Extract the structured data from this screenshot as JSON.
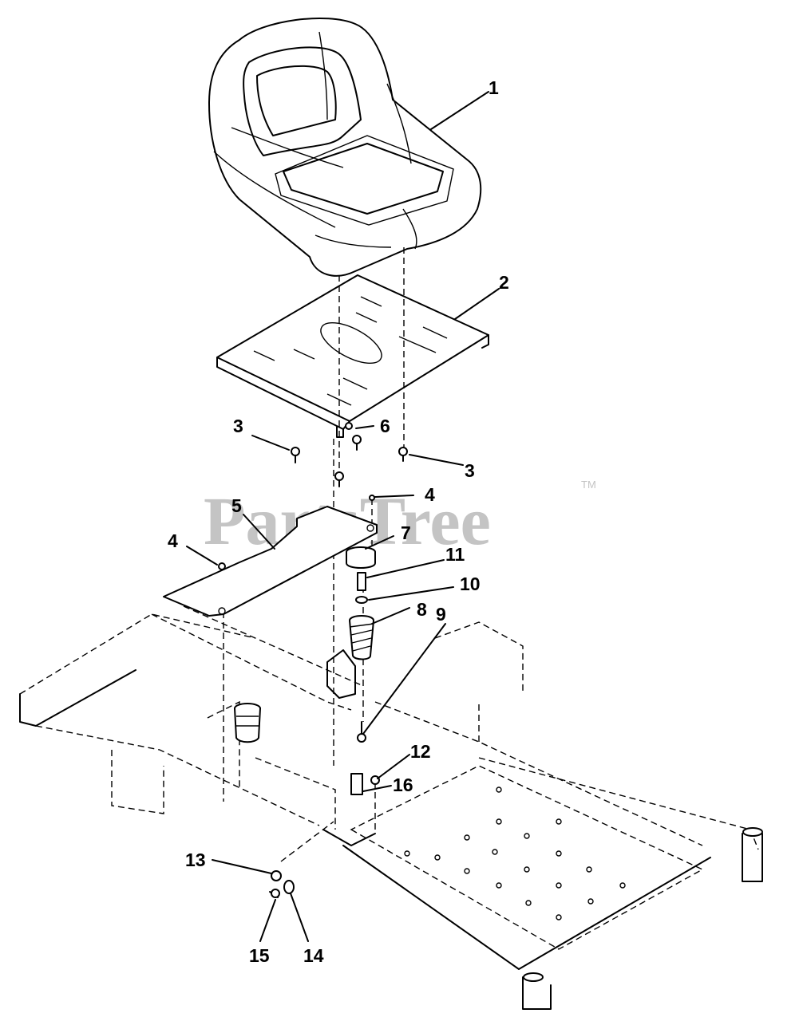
{
  "watermark": {
    "text": "PartsTree",
    "trademark": "TM"
  },
  "callouts": [
    {
      "id": "c1",
      "number": "1"
    },
    {
      "id": "c2",
      "number": "2"
    },
    {
      "id": "c3a",
      "number": "3"
    },
    {
      "id": "c3b",
      "number": "3"
    },
    {
      "id": "c4a",
      "number": "4"
    },
    {
      "id": "c4b",
      "number": "4"
    },
    {
      "id": "c5",
      "number": "5"
    },
    {
      "id": "c6",
      "number": "6"
    },
    {
      "id": "c7",
      "number": "7"
    },
    {
      "id": "c8",
      "number": "8"
    },
    {
      "id": "c9",
      "number": "9"
    },
    {
      "id": "c10",
      "number": "10"
    },
    {
      "id": "c11",
      "number": "11"
    },
    {
      "id": "c12",
      "number": "12"
    },
    {
      "id": "c13",
      "number": "13"
    },
    {
      "id": "c14",
      "number": "14"
    },
    {
      "id": "c15",
      "number": "15"
    },
    {
      "id": "c16",
      "number": "16"
    }
  ]
}
